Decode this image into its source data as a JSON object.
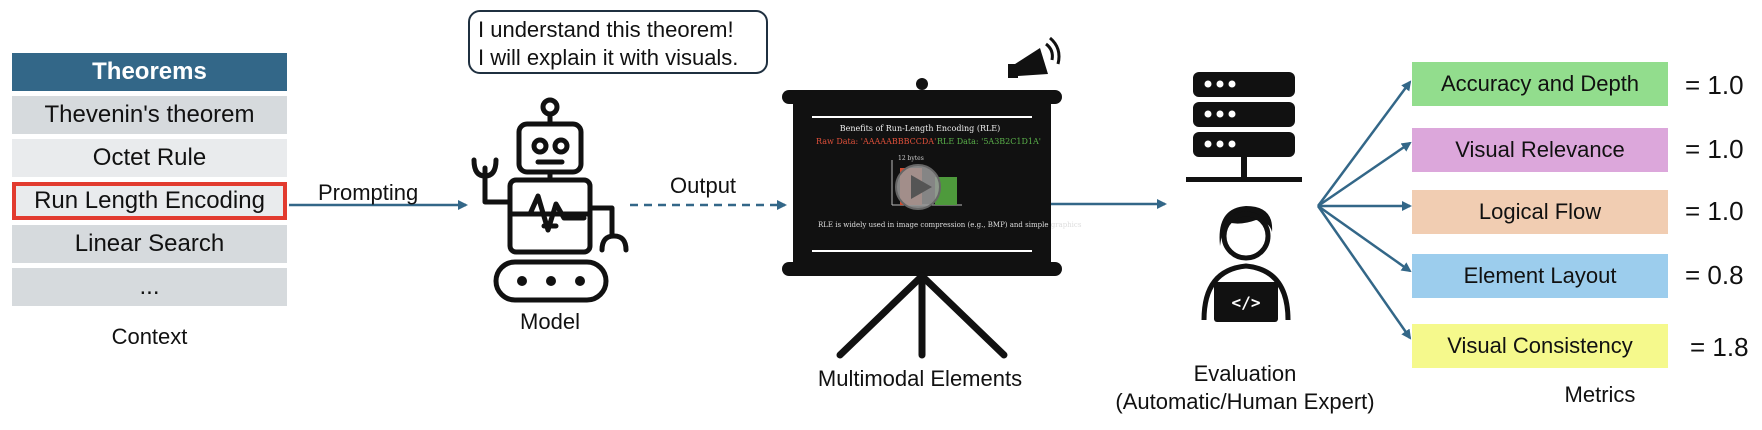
{
  "theorems": {
    "header": "Theorems",
    "items": [
      "Thevenin's theorem",
      "Octet Rule",
      "Run Length Encoding",
      "Linear Search",
      "..."
    ],
    "selected_index": 2,
    "caption": "Context"
  },
  "edges": {
    "prompting": "Prompting",
    "output": "Output"
  },
  "model": {
    "speech_line1": "I understand this theorem!",
    "speech_line2": "I will explain it with visuals.",
    "caption": "Model"
  },
  "presentation": {
    "slide_title": "Benefits of Run-Length Encoding (RLE)",
    "raw_data": "Raw Data: 'AAAAABBBCCDA'",
    "rle_data": "RLE Data: '5A3B2C1D1A'",
    "slide_footer": "RLE is widely used in image compression (e.g., BMP) and simple graphics",
    "chart_label": "12 bytes",
    "caption": "Multimodal Elements"
  },
  "evaluation": {
    "caption_line1": "Evaluation",
    "caption_line2": "(Automatic/Human Expert)"
  },
  "metrics": {
    "caption": "Metrics",
    "items": [
      {
        "label": "Accuracy and Depth",
        "score": "= 1.0",
        "color": "#92dd8d"
      },
      {
        "label": "Visual Relevance",
        "score": "= 1.0",
        "color": "#dca7db"
      },
      {
        "label": "Logical Flow",
        "score": "= 1.0",
        "color": "#f1cdb2"
      },
      {
        "label": "Element Layout",
        "score": "= 0.8",
        "color": "#9ccded"
      },
      {
        "label": "Visual Consistency",
        "score": "= 1.8",
        "color": "#f5f98c"
      }
    ]
  },
  "colors": {
    "header": "#336788",
    "arrow": "#336788",
    "selected_border": "#e23b2f",
    "icon": "#111111"
  }
}
